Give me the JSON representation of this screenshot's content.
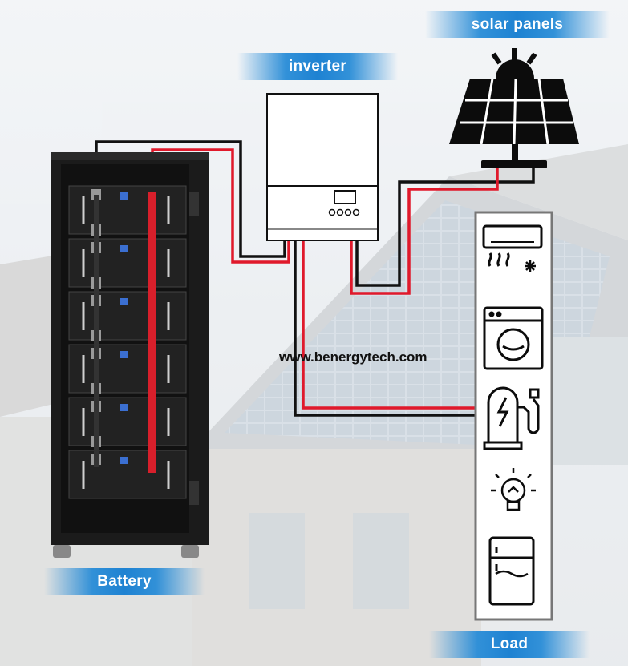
{
  "labels": {
    "solar_panels": "solar panels",
    "inverter": "inverter",
    "battery": "Battery",
    "load": "Load",
    "website": "www.benergytech.com"
  },
  "colors": {
    "label_blue": "#2a8bd6",
    "wire_red": "#e0192b",
    "wire_black": "#111111",
    "load_frame": "#777777",
    "cabinet": "#1a1a1a"
  },
  "icons": {
    "solar": "solar-panel-icon",
    "air_conditioner": "air-conditioner-icon",
    "washing_machine": "washing-machine-icon",
    "ev_charger": "ev-charger-icon",
    "light_bulb": "light-bulb-icon",
    "refrigerator": "refrigerator-icon"
  }
}
